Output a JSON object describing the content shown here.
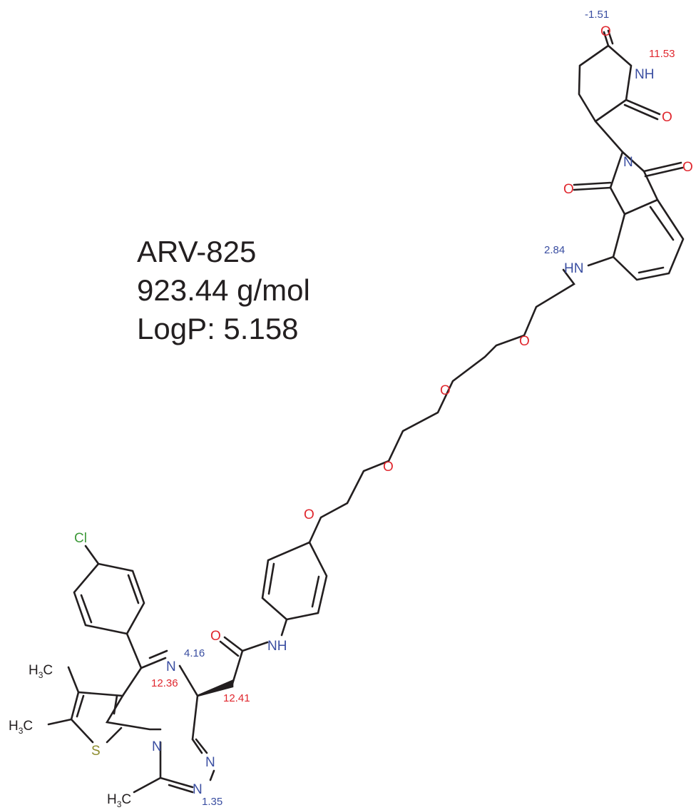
{
  "compound": {
    "name": "ARV-825",
    "molar_mass": "923.44 g/mol",
    "logp": "LogP: 5.158"
  },
  "atoms": {
    "cl": "Cl",
    "s": "S",
    "n": "N",
    "o": "O",
    "nh": "NH",
    "hn": "HN",
    "h": "H",
    "c": "C",
    "three": "3"
  },
  "pka_labels": {
    "imide_o": "-1.51",
    "imide_nh": "11.53",
    "aniline_nh": "2.84",
    "azepine_n": "4.16",
    "ring_ch": "12.36",
    "ch2": "12.41",
    "triazole_n": "1.35"
  },
  "colors": {
    "bond": "#231f20",
    "oxygen": "#e0272e",
    "nitrogen": "#3a4ea1",
    "chlorine": "#3e9a3a",
    "sulfur": "#8c8b2c",
    "pka_blue": "#3a4ea1",
    "pka_red": "#e0272e"
  }
}
